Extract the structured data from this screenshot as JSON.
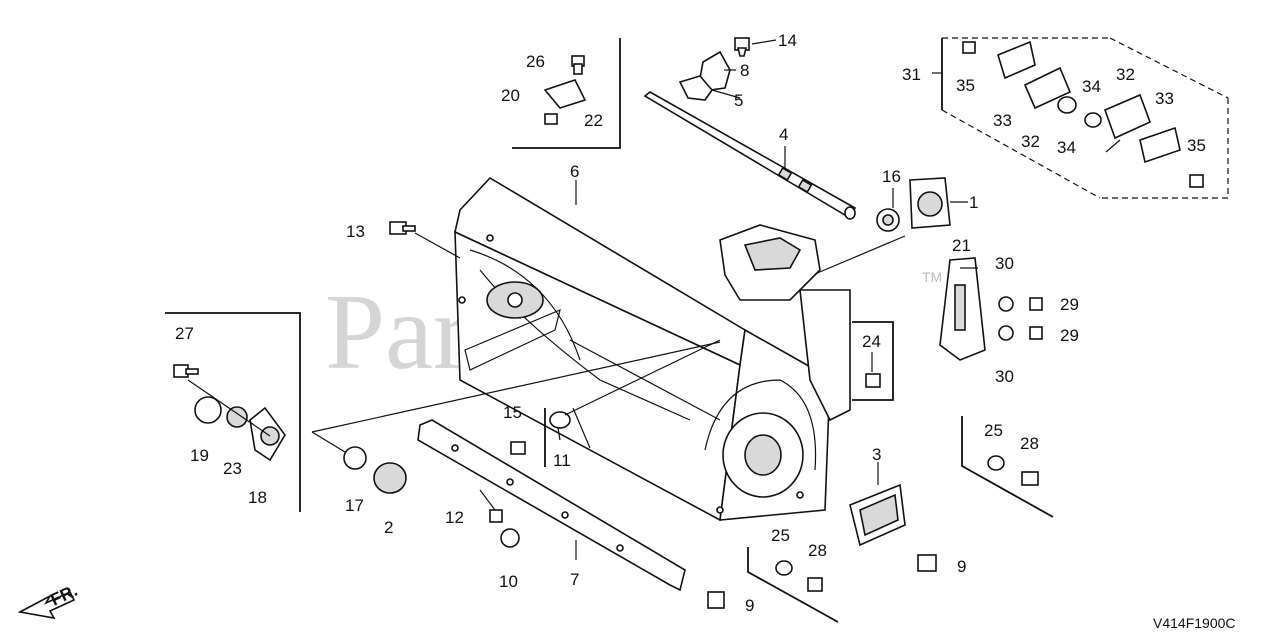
{
  "watermark": {
    "text": "PartsTree",
    "tm": "TM"
  },
  "diagram_code": "V414F1900C",
  "front_indicator": "FR.",
  "callouts": {
    "c1": "1",
    "c2": "2",
    "c3": "3",
    "c4": "4",
    "c5": "5",
    "c6": "6",
    "c7": "7",
    "c8": "8",
    "c9a": "9",
    "c9b": "9",
    "c10": "10",
    "c11": "11",
    "c12": "12",
    "c13": "13",
    "c14": "14",
    "c15": "15",
    "c16": "16",
    "c17": "17",
    "c18": "18",
    "c19": "19",
    "c20": "20",
    "c21": "21",
    "c22": "22",
    "c23": "23",
    "c24": "24",
    "c25a": "25",
    "c25b": "25",
    "c26": "26",
    "c27": "27",
    "c28a": "28",
    "c28b": "28",
    "c29a": "29",
    "c29b": "29",
    "c30a": "30",
    "c30b": "30",
    "c31": "31",
    "c32a": "32",
    "c32b": "32",
    "c33a": "33",
    "c33b": "33",
    "c34a": "34",
    "c34b": "34",
    "c35a": "35",
    "c35b": "35"
  }
}
